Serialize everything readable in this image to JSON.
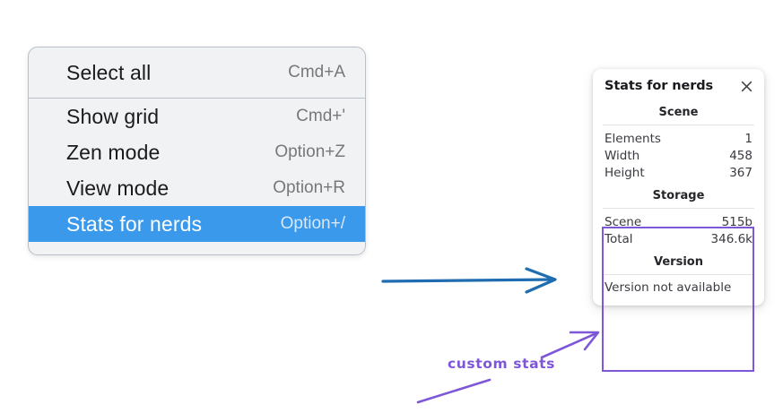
{
  "context_menu": {
    "name": "context-menu",
    "sections": [
      {
        "items": [
          {
            "label": "Select all",
            "shortcut": "Cmd+A",
            "selected": false
          }
        ]
      },
      {
        "items": [
          {
            "label": "Show grid",
            "shortcut": "Cmd+'",
            "selected": false
          },
          {
            "label": "Zen mode",
            "shortcut": "Option+Z",
            "selected": false
          },
          {
            "label": "View mode",
            "shortcut": "Option+R",
            "selected": false
          },
          {
            "label": "Stats for nerds",
            "shortcut": "Option+/",
            "selected": true
          }
        ]
      }
    ]
  },
  "stats_panel": {
    "title": "Stats for nerds",
    "close_icon": "close-icon",
    "sections": [
      {
        "heading": "Scene",
        "rows": [
          {
            "key": "Elements",
            "value": "1"
          },
          {
            "key": "Width",
            "value": "458"
          },
          {
            "key": "Height",
            "value": "367"
          }
        ]
      },
      {
        "heading": "Storage",
        "rows": [
          {
            "key": "Scene",
            "value": "515b"
          },
          {
            "key": "Total",
            "value": "346.6k"
          }
        ]
      },
      {
        "heading": "Version",
        "single": "Version not available"
      }
    ]
  },
  "annotations": {
    "custom_stats_label": "custom stats",
    "blue_arrow": "arrow-right-icon",
    "purple_arrow": "arrow-pointer-icon"
  },
  "colors": {
    "menu_background": "#f1f2f3",
    "menu_border": "#b9c0cb",
    "selection_blue": "#3b99ec",
    "annotation_purple": "#7e57d9",
    "arrow_blue": "#1f6cb0",
    "panel_background": "#ffffff"
  }
}
